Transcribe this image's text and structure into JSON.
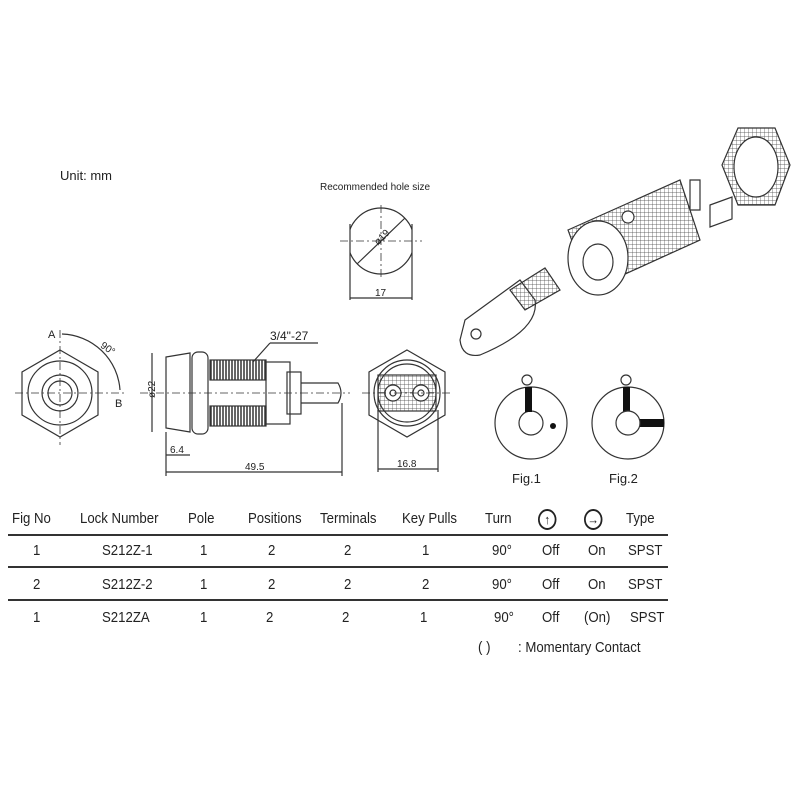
{
  "unit_label": "Unit: mm",
  "hole": {
    "title": "Recommended hole size",
    "diameter": "ø19",
    "width": "17"
  },
  "front_view": {
    "label_a": "A",
    "label_b": "B",
    "angle": "90°"
  },
  "side_view": {
    "thread": "3/4\"-27",
    "diameter": "ø22",
    "flange": "6.4",
    "length": "49.5"
  },
  "rear_view": {
    "width": "16.8"
  },
  "figures": [
    {
      "label": "Fig.1"
    },
    {
      "label": "Fig.2"
    }
  ],
  "table": {
    "headers": [
      "Fig No",
      "Lock Number",
      "Pole",
      "Positions",
      "Terminals",
      "Key Pulls",
      "Turn",
      "up-arrow-icon",
      "right-arrow-icon",
      "Type"
    ],
    "icons": {
      "up": "↑",
      "right": "→"
    },
    "rows": [
      [
        "1",
        "S212Z-1",
        "1",
        "2",
        "2",
        "1",
        "90°",
        "Off",
        "On",
        "SPST"
      ],
      [
        "2",
        "S212Z-2",
        "1",
        "2",
        "2",
        "2",
        "90°",
        "Off",
        "On",
        "SPST"
      ],
      [
        "1",
        "S212ZA",
        "1",
        "2",
        "2",
        "1",
        "90°",
        "Off",
        "(On)",
        "SPST"
      ]
    ],
    "note_symbol": "(   )",
    "note": ": Momentary Contact"
  }
}
